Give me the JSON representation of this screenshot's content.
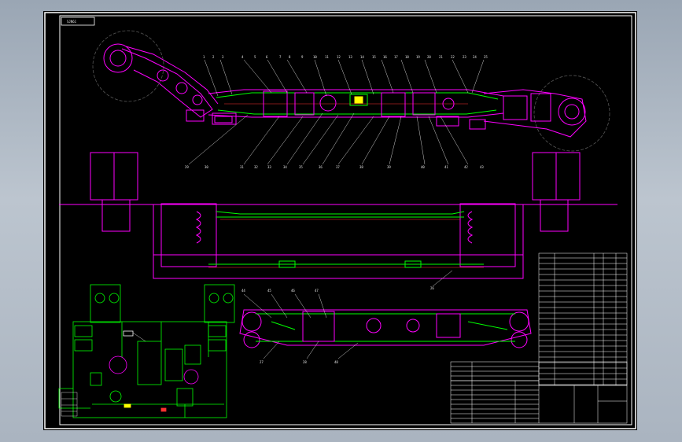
{
  "drawing": {
    "code_box": "SJN61",
    "top_callouts": [
      "1",
      "2",
      "3",
      "4",
      "5",
      "6",
      "7",
      "8",
      "9",
      "10",
      "11",
      "12",
      "13",
      "14",
      "15",
      "16",
      "17",
      "18",
      "19",
      "20",
      "21",
      "22",
      "23",
      "24",
      "25"
    ],
    "bottom_callouts": [
      "29",
      "30",
      "31",
      "32",
      "33",
      "34",
      "35",
      "36",
      "37",
      "38",
      "39",
      "40",
      "41",
      "42",
      "43"
    ],
    "section_label": "26",
    "lower_callouts": [
      "27",
      "28",
      "44",
      "45",
      "46",
      "47",
      "48"
    ]
  },
  "colors": {
    "background": "#000000",
    "border": "#ffffff",
    "frame": "#00ff00",
    "parts": "#ff00ff",
    "pipes": "#00ff66",
    "hydraulic": "#00ff00",
    "highlight": "#ffff00",
    "dim_lines": "#ff3030"
  }
}
